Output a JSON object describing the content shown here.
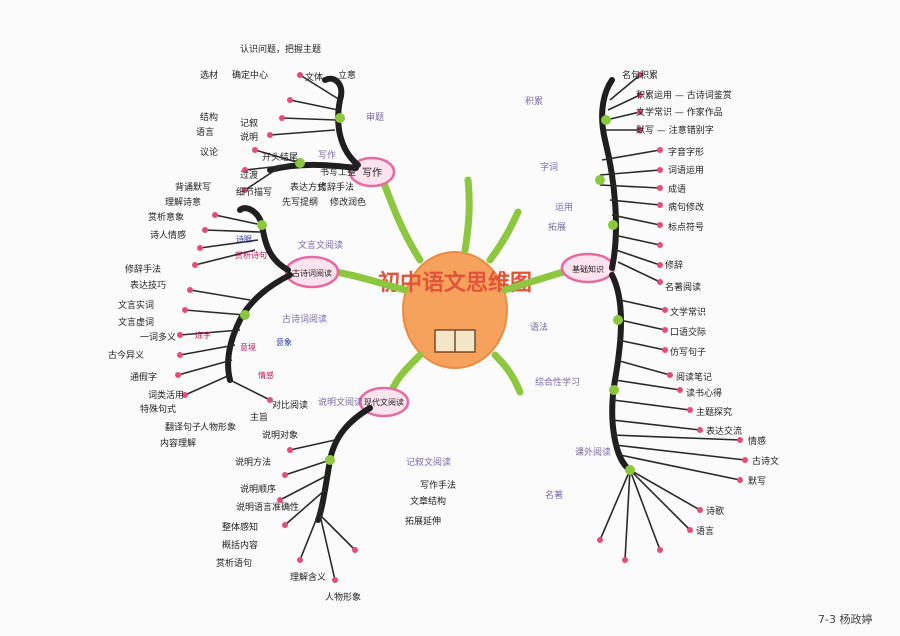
{
  "title": "初中语文思维图",
  "signature": "7-3 杨政婷",
  "colors": {
    "trunk": "#1f1f1f",
    "green": "#8dc63f",
    "pink": "#f2a7c4",
    "orange": "#f6a25d",
    "leafdot": "#e34d77"
  },
  "branches": {
    "writing": {
      "label": "写作",
      "sub1": "审题",
      "sub2": "写作",
      "leaves": [
        "认识问题，把握主题",
        "选材",
        "确定中心",
        "文体",
        "立意",
        "结构",
        "语言",
        "记叙",
        "说明",
        "议论",
        "开头结尾",
        "过渡",
        "细节描写",
        "表达方式",
        "修辞手法",
        "先写提纲",
        "修改润色",
        "书写工整"
      ]
    },
    "reading": {
      "label": "古诗词阅读",
      "sub1": "文言文阅读",
      "sub2": "古诗词阅读",
      "leaves": [
        "背诵默写",
        "理解诗意",
        "赏析意象",
        "诗人情感",
        "修辞手法",
        "表达技巧",
        "文言实词",
        "文言虚词",
        "一词多义",
        "古今异义",
        "通假字",
        "词类活用",
        "特殊句式",
        "翻译句子",
        "内容理解",
        "人物形象",
        "主旨",
        "对比阅读"
      ],
      "annotations_red": [
        "赏析诗句",
        "炼字",
        "意境",
        "情感"
      ],
      "annotations_blue": [
        "诗眼",
        "意象"
      ]
    },
    "modern": {
      "label": "现代文阅读",
      "sub1": "说明文阅读",
      "sub2": "记叙文阅读",
      "leaves": [
        "说明对象",
        "说明方法",
        "说明顺序",
        "说明语言准确性",
        "整体感知",
        "概括内容",
        "赏析语句",
        "理解含义",
        "人物形象",
        "写作手法",
        "文章结构",
        "拓展延伸"
      ]
    },
    "basics": {
      "label": "基础知识",
      "sub1": "字词",
      "sub2": "语法",
      "leaves": [
        "字音字形",
        "词语运用",
        "成语",
        "病句修改",
        "标点符号",
        "修辞",
        "名著阅读",
        "文学常识",
        "口语交际",
        "仿写句子"
      ],
      "top": [
        "名句积累",
        "积累运用 — 古诗词鉴赏",
        "文学常识 — 作家作品",
        "默写 — 注意错别字"
      ]
    },
    "extra": {
      "label": "综合性学习",
      "sub1": "课外阅读",
      "sub2": "名著",
      "leaves": [
        "阅读笔记",
        "读书心得",
        "主题探究",
        "表达交流"
      ]
    }
  },
  "small_labels": [
    "积累",
    "运用",
    "拓展",
    "情感",
    "古诗文",
    "默写",
    "诗歌",
    "语言"
  ]
}
